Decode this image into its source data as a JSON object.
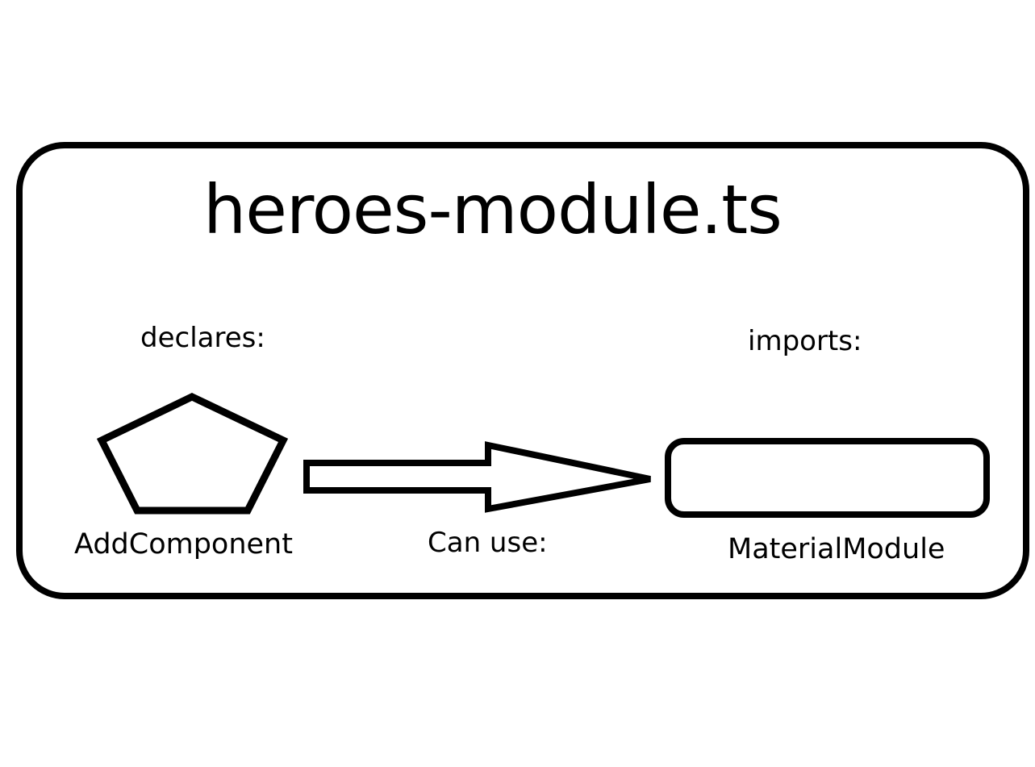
{
  "module": {
    "title": "heroes-module.ts"
  },
  "sections": {
    "declares_label": "declares:",
    "imports_label": "imports:"
  },
  "declared_component": {
    "name": "AddComponent",
    "shape": "pentagon"
  },
  "imported_module": {
    "name": "MaterialModule",
    "shape": "rounded-rectangle"
  },
  "relation": {
    "label": "Can use:",
    "direction": "AddComponent -> MaterialModule"
  },
  "colors": {
    "stroke": "#000000",
    "background": "#ffffff"
  }
}
